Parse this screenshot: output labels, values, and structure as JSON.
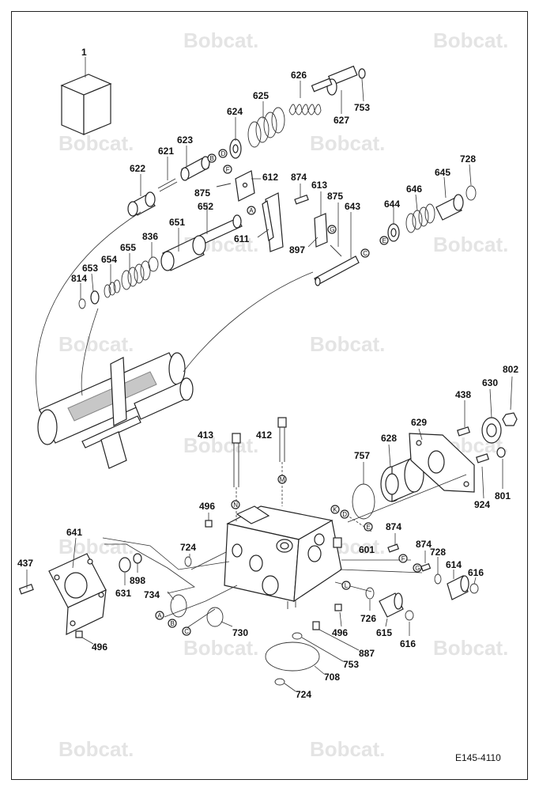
{
  "diagram": {
    "brand_watermark": "Bobcat.",
    "reference_code": "E145-4110",
    "colors": {
      "line": "#222222",
      "watermark": "#e4e4e4",
      "background": "#ffffff"
    },
    "part_labels": [
      {
        "id": "l1",
        "text": "1"
      },
      {
        "id": "l626",
        "text": "626"
      },
      {
        "id": "l625",
        "text": "625"
      },
      {
        "id": "l624",
        "text": "624"
      },
      {
        "id": "l753a",
        "text": "753"
      },
      {
        "id": "l627",
        "text": "627"
      },
      {
        "id": "l623",
        "text": "623"
      },
      {
        "id": "l621",
        "text": "621"
      },
      {
        "id": "l622",
        "text": "622"
      },
      {
        "id": "l612",
        "text": "612"
      },
      {
        "id": "l874a",
        "text": "874"
      },
      {
        "id": "l613",
        "text": "613"
      },
      {
        "id": "l875a",
        "text": "875"
      },
      {
        "id": "l875b",
        "text": "875"
      },
      {
        "id": "l652",
        "text": "652"
      },
      {
        "id": "l643",
        "text": "643"
      },
      {
        "id": "l728a",
        "text": "728"
      },
      {
        "id": "l645",
        "text": "645"
      },
      {
        "id": "l646",
        "text": "646"
      },
      {
        "id": "l644",
        "text": "644"
      },
      {
        "id": "l651",
        "text": "651"
      },
      {
        "id": "l836",
        "text": "836"
      },
      {
        "id": "l655",
        "text": "655"
      },
      {
        "id": "l654",
        "text": "654"
      },
      {
        "id": "l653",
        "text": "653"
      },
      {
        "id": "l814",
        "text": "814"
      },
      {
        "id": "l611",
        "text": "611"
      },
      {
        "id": "l897",
        "text": "897"
      },
      {
        "id": "l802",
        "text": "802"
      },
      {
        "id": "l630",
        "text": "630"
      },
      {
        "id": "l438",
        "text": "438"
      },
      {
        "id": "l629",
        "text": "629"
      },
      {
        "id": "l413",
        "text": "413"
      },
      {
        "id": "l412",
        "text": "412"
      },
      {
        "id": "l757",
        "text": "757"
      },
      {
        "id": "l628",
        "text": "628"
      },
      {
        "id": "l924",
        "text": "924"
      },
      {
        "id": "l801",
        "text": "801"
      },
      {
        "id": "l496a",
        "text": "496"
      },
      {
        "id": "l641",
        "text": "641"
      },
      {
        "id": "l874b",
        "text": "874"
      },
      {
        "id": "l724a",
        "text": "724"
      },
      {
        "id": "l601",
        "text": "601"
      },
      {
        "id": "l874c",
        "text": "874"
      },
      {
        "id": "l728b",
        "text": "728"
      },
      {
        "id": "l437",
        "text": "437"
      },
      {
        "id": "l614",
        "text": "614"
      },
      {
        "id": "l616a",
        "text": "616"
      },
      {
        "id": "l898",
        "text": "898"
      },
      {
        "id": "l631",
        "text": "631"
      },
      {
        "id": "l734",
        "text": "734"
      },
      {
        "id": "l726",
        "text": "726"
      },
      {
        "id": "l730",
        "text": "730"
      },
      {
        "id": "l496b",
        "text": "496"
      },
      {
        "id": "l615",
        "text": "615"
      },
      {
        "id": "l616b",
        "text": "616"
      },
      {
        "id": "l496c",
        "text": "496"
      },
      {
        "id": "l887",
        "text": "887"
      },
      {
        "id": "l753b",
        "text": "753"
      },
      {
        "id": "l708",
        "text": "708"
      },
      {
        "id": "l724b",
        "text": "724"
      }
    ],
    "markers": [
      {
        "id": "mB1",
        "text": "B"
      },
      {
        "id": "mD1",
        "text": "D"
      },
      {
        "id": "mF1",
        "text": "F"
      },
      {
        "id": "mA1",
        "text": "A"
      },
      {
        "id": "mG1",
        "text": "G"
      },
      {
        "id": "mC1",
        "text": "C"
      },
      {
        "id": "mE1",
        "text": "E"
      },
      {
        "id": "mN",
        "text": "N"
      },
      {
        "id": "mM",
        "text": "M"
      },
      {
        "id": "mK",
        "text": "K"
      },
      {
        "id": "mD2",
        "text": "D"
      },
      {
        "id": "mE2",
        "text": "E"
      },
      {
        "id": "mF2",
        "text": "F"
      },
      {
        "id": "mG2",
        "text": "G"
      },
      {
        "id": "mL",
        "text": "L"
      },
      {
        "id": "mA2",
        "text": "A"
      },
      {
        "id": "mB2",
        "text": "B"
      },
      {
        "id": "mC2",
        "text": "C"
      }
    ]
  }
}
